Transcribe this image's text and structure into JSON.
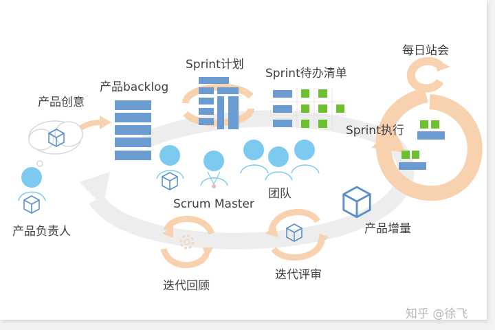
{
  "labels": {
    "product_idea": "产品创意",
    "product_backlog": "产品backlog",
    "sprint_planning": "Sprint计划",
    "sprint_backlog": "Sprint待办清单",
    "daily_standup": "每日站会",
    "sprint_execution": "Sprint执行",
    "team": "团队",
    "scrum_master": "Scrum Master",
    "product_increment": "产品增量",
    "sprint_review": "迭代评审",
    "sprint_retrospective": "迭代回顾",
    "product_owner": "产品负责人"
  },
  "watermark": "知乎 @徐飞",
  "colors": {
    "bar_blue": "#6a9bd1",
    "task_green": "#6cbf2e",
    "person_blue": "#7ccaf0",
    "arrow_orange": "#f8d2ae",
    "cycle_gray": "#ededed",
    "cube_blue": "#5b8fc9"
  }
}
